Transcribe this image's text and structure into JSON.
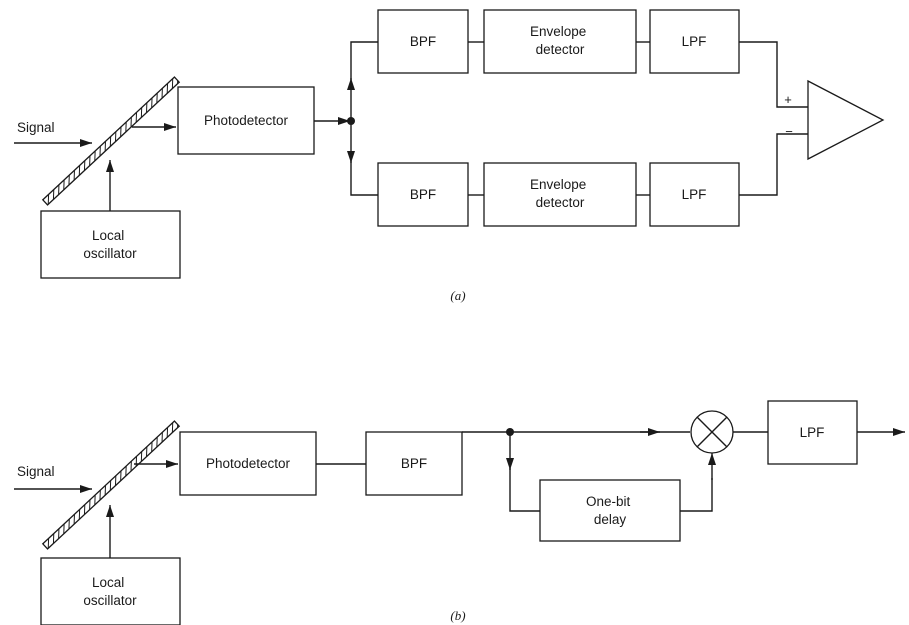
{
  "diagram_a": {
    "caption": "(a)",
    "signal_label": "Signal",
    "local_oscillator": [
      "Local",
      "oscillator"
    ],
    "photodetector": "Photodetector",
    "upper_branch": {
      "bpf": "BPF",
      "envelope_detector": [
        "Envelope",
        "detector"
      ],
      "lpf": "LPF"
    },
    "lower_branch": {
      "bpf": "BPF",
      "envelope_detector": [
        "Envelope",
        "detector"
      ],
      "lpf": "LPF"
    },
    "comparator": {
      "plus": "+",
      "minus": "−"
    }
  },
  "diagram_b": {
    "caption": "(b)",
    "signal_label": "Signal",
    "local_oscillator": [
      "Local",
      "oscillator"
    ],
    "photodetector": "Photodetector",
    "bpf": "BPF",
    "delay": [
      "One-bit",
      "delay"
    ],
    "lpf": "LPF"
  }
}
